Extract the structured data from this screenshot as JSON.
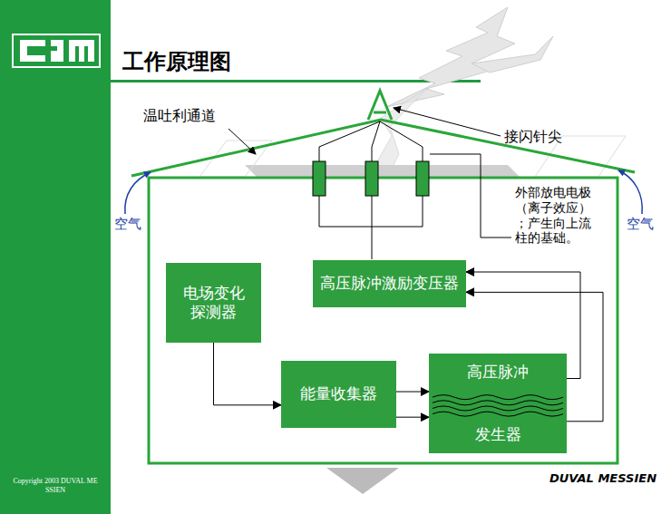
{
  "diagram": {
    "title": "工作原理图",
    "nodes": [
      {
        "text": [
          "高压脉冲激励变压器"
        ]
      },
      {
        "text": [
          "电场变化探测器"
        ]
      },
      {
        "text": [
          "能量收集器"
        ]
      },
      {
        "text": [
          "高压脉冲",
          "发生器"
        ]
      }
    ],
    "edges": [
      {
        "from": 1,
        "to": 2,
        "arrow": "to"
      },
      {
        "from": 2,
        "to": 3,
        "arrow": "to"
      },
      {
        "from": 2,
        "to": 3,
        "arrow": "to"
      },
      {
        "from": 3,
        "to": 0,
        "arrow": "to"
      },
      {
        "from": 3,
        "to": 0,
        "arrow": "to"
      }
    ],
    "labels": [
      "温吐利通道",
      "接闪针尖",
      "外部放电电极 （离子效应） ；产生向上流 柱的基础。",
      "空气",
      "空气",
      "DUVAL MESSIEN",
      "Copyright 2003 DUVAL MESSIEN"
    ]
  }
}
